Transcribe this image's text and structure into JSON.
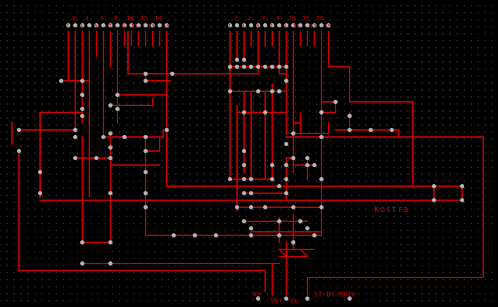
{
  "connector_left": {
    "top_numbers": [
      "2",
      "4",
      "6",
      "8",
      "10",
      "12",
      "14"
    ],
    "bottom_numbers": [
      "1",
      "3",
      "5",
      "7",
      "9",
      "11",
      "13",
      "15"
    ]
  },
  "connector_right": {
    "top_numbers": [
      "2",
      "4",
      "6",
      "8",
      "10",
      "12",
      "14"
    ],
    "bottom_numbers": [
      "1",
      "3",
      "5",
      "7",
      "9",
      "11",
      "13",
      "15"
    ]
  },
  "net_label": "Kostra",
  "outputs": {
    "vs": "Vs",
    "vs_plus": "Vs+",
    "vs_minus": "Vs-",
    "standby_mute": "ST-BY-Mute"
  },
  "colors": {
    "background": "#000000",
    "trace": "#c00000",
    "via": "#b4b4b4",
    "text": "#d00000",
    "grid": "#4a4a4a"
  }
}
